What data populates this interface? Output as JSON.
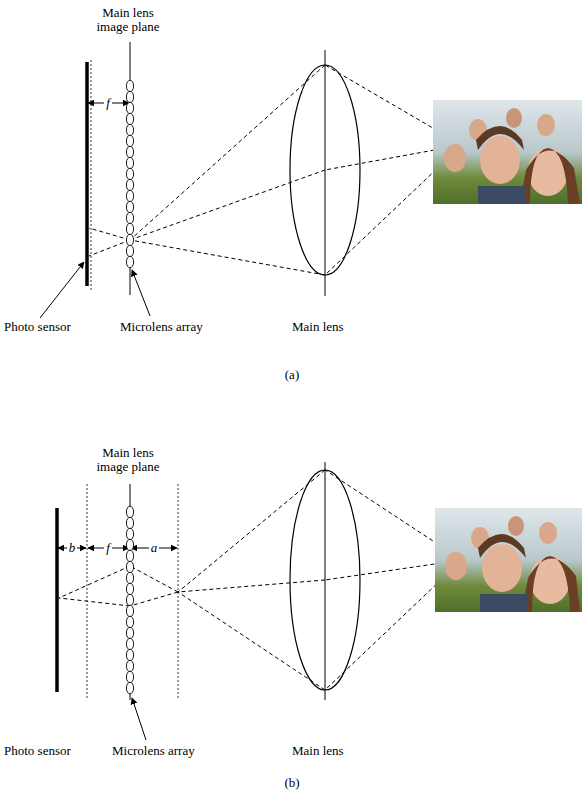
{
  "diagram": {
    "labels": [
      "Main lens image plane",
      "f",
      "Photo sensor",
      "Microlens array",
      "Main lens",
      "(a)",
      "Main lens image plane",
      "b",
      "f",
      "a",
      "Photo sensor",
      "Microlens array",
      "Main lens",
      "(b)"
    ]
  }
}
